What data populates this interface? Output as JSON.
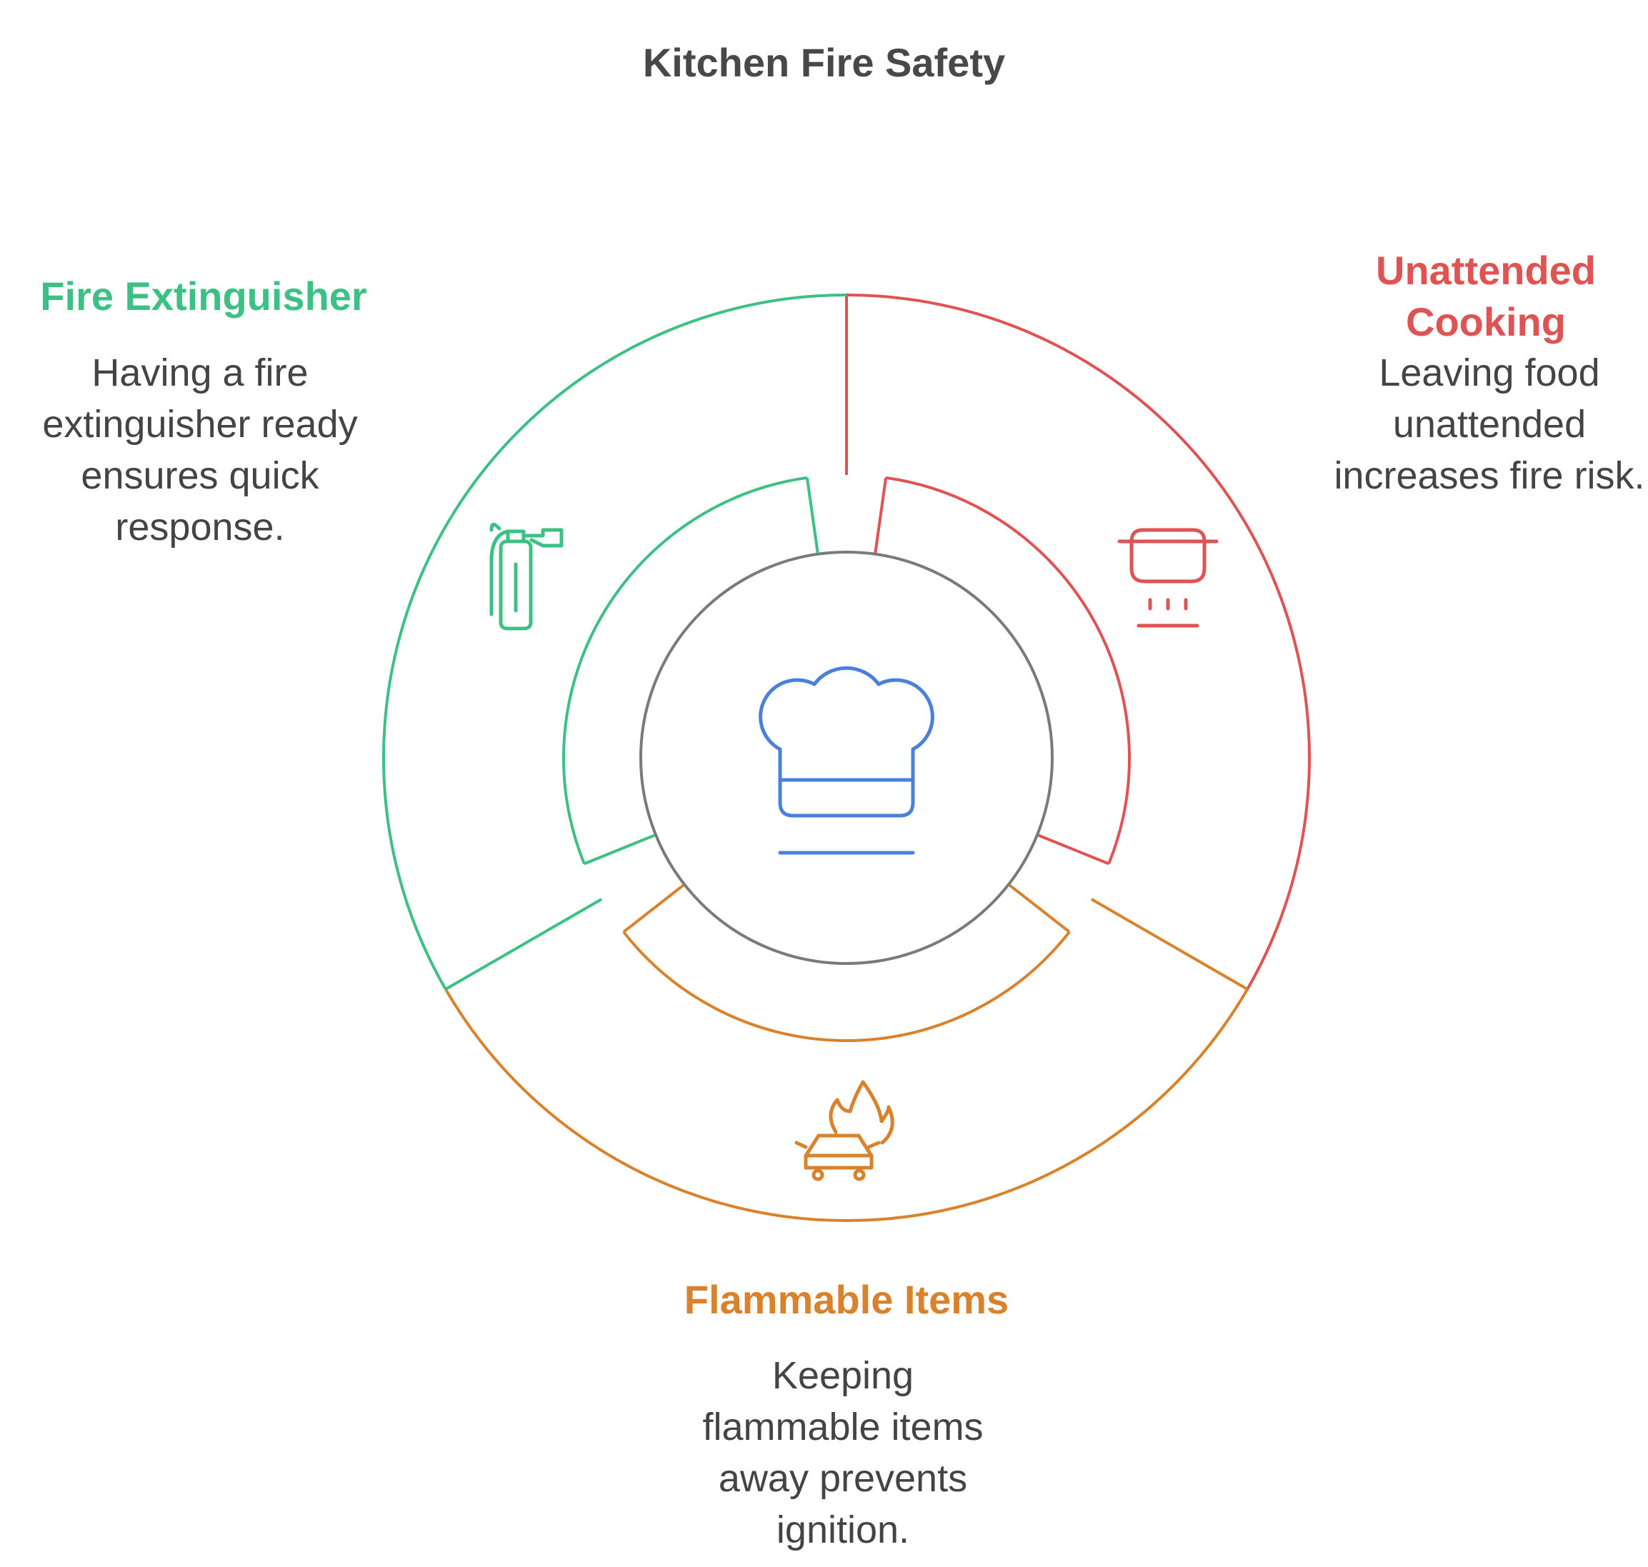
{
  "title": "Kitchen Fire Safety",
  "colors": {
    "green": "#3cc083",
    "red": "#e05353",
    "orange": "#d9822b",
    "gray": "#7a7a7a",
    "blue": "#4a80dc",
    "text": "#444444"
  },
  "segments": {
    "extinguisher": {
      "title": "Fire Extinguisher",
      "description": [
        "Having a fire",
        "extinguisher ready",
        "ensures quick",
        "response."
      ],
      "icon": "fire-extinguisher-icon"
    },
    "unattended": {
      "title": [
        "Unattended",
        "Cooking"
      ],
      "description": [
        "Leaving food",
        "unattended",
        "increases fire risk."
      ],
      "icon": "cooking-pot-icon"
    },
    "flammable": {
      "title": "Flammable Items",
      "description": [
        "Keeping",
        "flammable items",
        "away prevents",
        "ignition."
      ],
      "icon": "car-fire-icon"
    }
  },
  "center": {
    "icon": "chef-hat-icon"
  }
}
